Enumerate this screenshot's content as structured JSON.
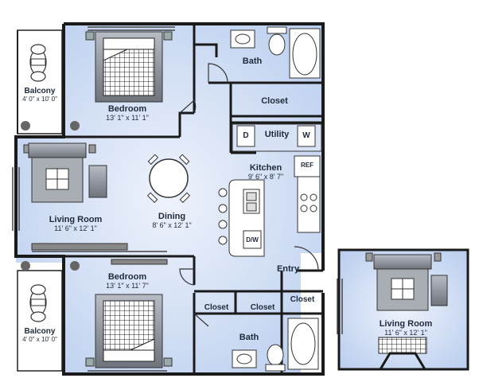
{
  "rooms": {
    "balcony_top": {
      "name": "Balcony",
      "dims": "4' 0\" x 10' 0\""
    },
    "balcony_bottom": {
      "name": "Balcony",
      "dims": "4' 0\" x 10' 0\""
    },
    "bedroom_top": {
      "name": "Bedroom",
      "dims": "13' 1\" x 11' 1\""
    },
    "bedroom_bottom": {
      "name": "Bedroom",
      "dims": "13' 1\" x 11' 7\""
    },
    "bath_top": {
      "name": "Bath"
    },
    "bath_bottom": {
      "name": "Bath"
    },
    "closet_top": {
      "name": "Closet"
    },
    "closet_mid_left": {
      "name": "Closet"
    },
    "closet_mid_right": {
      "name": "Closet"
    },
    "closet_entry": {
      "name": "Closet"
    },
    "utility": {
      "name": "Utility"
    },
    "kitchen": {
      "name": "Kitchen",
      "dims": "9' 6\" x 8' 7\""
    },
    "living_room": {
      "name": "Living Room",
      "dims": "11' 6\" x 12' 1\""
    },
    "dining": {
      "name": "Dining",
      "dims": "8' 6\" x 12' 1\""
    },
    "entry": {
      "name": "Entry"
    },
    "alt_living_room": {
      "name": "Living Room",
      "dims": "11' 6\" x 12' 1\""
    }
  },
  "appliances": {
    "dryer": "D",
    "washer": "W",
    "refrigerator": "REF",
    "dishwasher": "D/W"
  },
  "colors": {
    "floor": "#c9d8f2",
    "floor_light": "#e4ecfa",
    "wall": "#1a1a1a",
    "furniture": "#8c8c8c"
  }
}
